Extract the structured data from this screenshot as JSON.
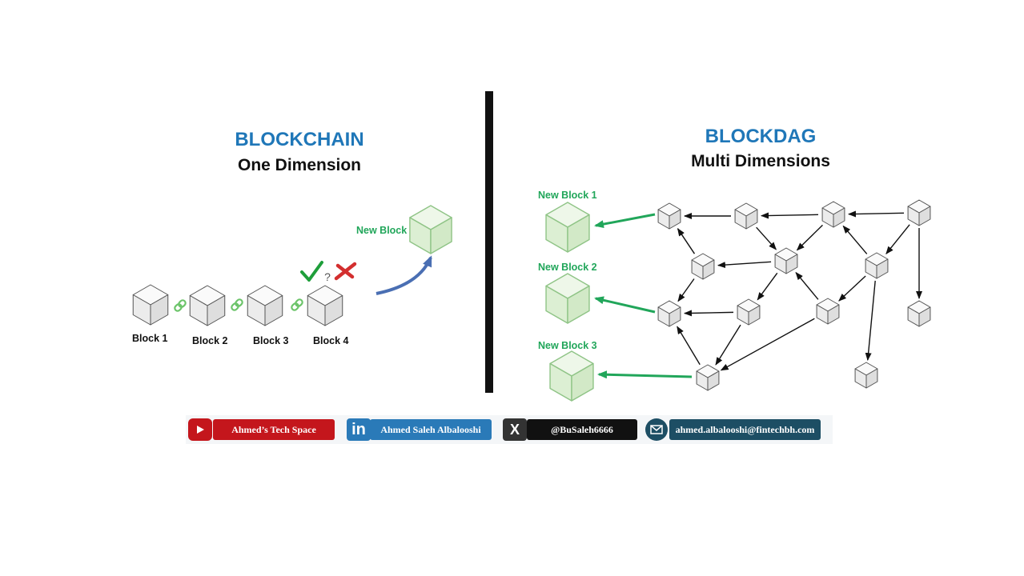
{
  "left": {
    "title": "BLOCKCHAIN",
    "subtitle": "One Dimension",
    "blocks": [
      "Block 1",
      "Block 2",
      "Block 3",
      "Block 4"
    ],
    "new_block": "New Block",
    "question_mark": "?"
  },
  "right": {
    "title": "BLOCKDAG",
    "subtitle": "Multi Dimensions",
    "new_blocks": [
      "New Block 1",
      "New Block 2",
      "New Block 3"
    ]
  },
  "footer": {
    "youtube": "Ahmed’s Tech Space",
    "linkedin_icon": "in",
    "linkedin": "Ahmed Saleh Albalooshi",
    "x_icon": "X",
    "x_handle": "@BuSaleh6666",
    "email": "ahmed.albalooshi@fintechbh.com"
  },
  "colors": {
    "title_blue": "#1f77b8",
    "label_green": "#21a65a",
    "new_block_fill": "#e4f2dd",
    "cube_fill": "#f2f2f2",
    "arrow_blue": "#4a6fb3",
    "youtube_red": "#c4161c",
    "linkedin_blue": "#2a7ab8",
    "email_teal": "#1d4e64"
  }
}
